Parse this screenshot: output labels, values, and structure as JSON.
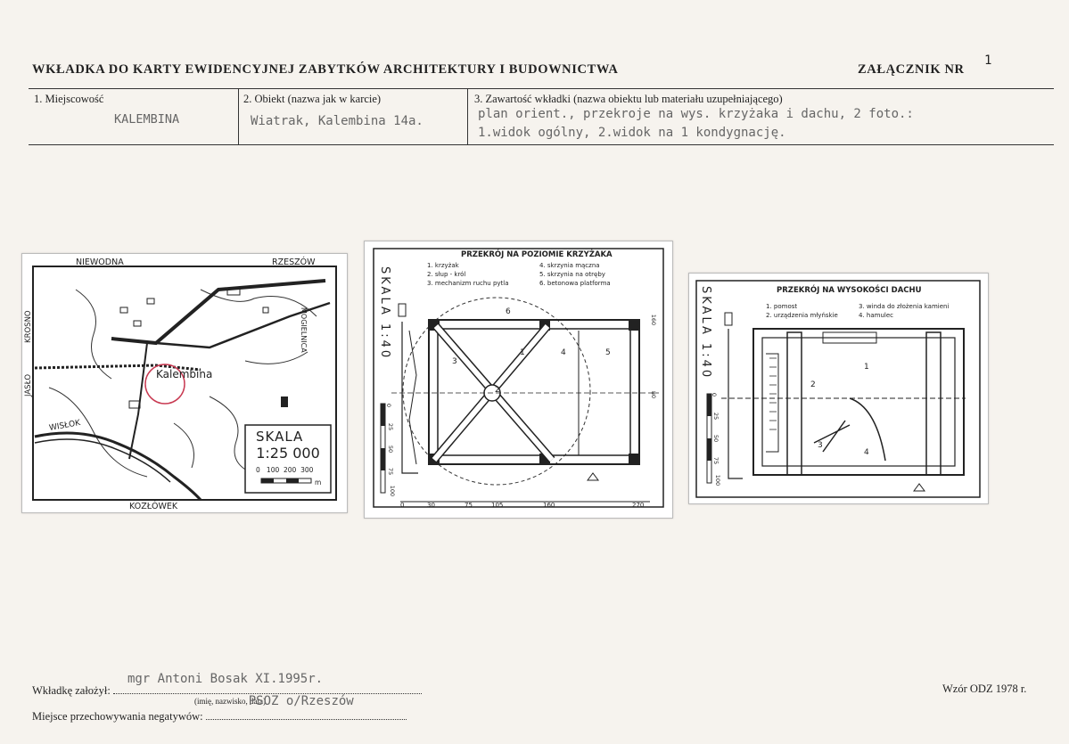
{
  "header": {
    "title": "WKŁADKA DO KARTY EWIDENCYJNEJ ZABYTKÓW ARCHITEKTURY I BUDOWNICTWA",
    "annex_label": "ZAŁĄCZNIK NR",
    "annex_number": "1"
  },
  "fields": {
    "locality_label": "1. Miejscowość",
    "locality_value": "KALEMBINA",
    "object_label": "2. Obiekt (nazwa jak w karcie)",
    "object_value": "Wiatrak, Kalembina 14a.",
    "contents_label": "3. Zawartość wkładki (nazwa obiektu lub materiału uzupełniającego)",
    "contents_line1": "plan orient., przekroje na wys. krzyżaka i dachu, 2 foto.:",
    "contents_line2": "1.widok ogólny, 2.widok na 1 kondygnację."
  },
  "map": {
    "top_label": "NIEWODNA",
    "top_right_label": "RZESZÓW",
    "right_label": "MOGIELNICA",
    "left_label1": "KROSNO",
    "left_label2": "JASŁO",
    "river_label": "WISŁOK",
    "bottom_label": "KOZŁÓWEK",
    "place_label": "Kalembina",
    "scale_title": "SKALA",
    "scale_value": "1:25 000",
    "scale_ticks": "0   100  200  300",
    "scale_unit": "m"
  },
  "section1": {
    "title": "PRZEKRÓJ NA POZIOMIE KRZYŻAKA",
    "scale": "SKALA 1:40",
    "legend": [
      "1. krzyżak",
      "2. słup - król",
      "3. mechanizm ruchu pytla",
      "4. skrzynia mączna",
      "5. skrzynia na otręby",
      "6. betonowa platforma"
    ],
    "x_ticks": [
      "0",
      "30",
      "75",
      "105",
      "160",
      "270"
    ],
    "y_ticks": [
      "0",
      "25",
      "50",
      "75",
      "100"
    ],
    "right_ticks": [
      "160",
      "80"
    ],
    "numbers": [
      "1",
      "2",
      "3",
      "4",
      "5",
      "6"
    ]
  },
  "section2": {
    "title": "PRZEKRÓJ NA WYSOKOŚCI DACHU",
    "scale": "SKALA 1:40",
    "legend": [
      "1. pomost",
      "2. urządzenia młyńskie",
      "3. winda do złożenia kamieni",
      "4. hamulec"
    ],
    "y_ticks": [
      "0",
      "25",
      "50",
      "75",
      "100"
    ],
    "numbers": [
      "1",
      "2",
      "3",
      "4"
    ]
  },
  "footer": {
    "created_label": "Wkładkę założył:",
    "created_value": "mgr Antoni Bosak  XI.1995r.",
    "created_hint": "(imię, nazwisko, data)",
    "storage_label": "Miejsce przechowywania negatywów:",
    "storage_value": "PSOZ o/Rzeszów",
    "form_label": "Wzór ODZ 1978 r."
  }
}
